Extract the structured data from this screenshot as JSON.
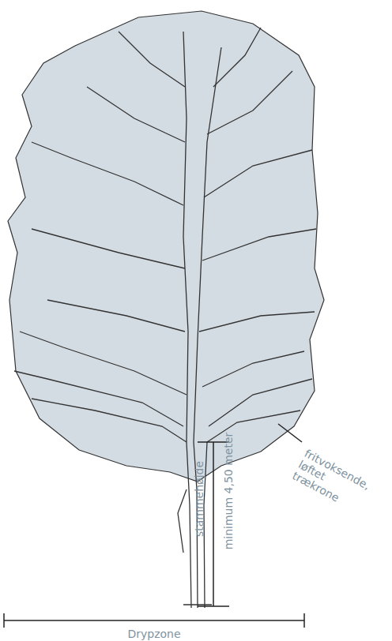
{
  "diagram": {
    "labels": [
      "fritvoksende, løftet trækrone",
      "stammehøjde",
      "minimum 4,50 meter",
      "Drypzone"
    ]
  }
}
